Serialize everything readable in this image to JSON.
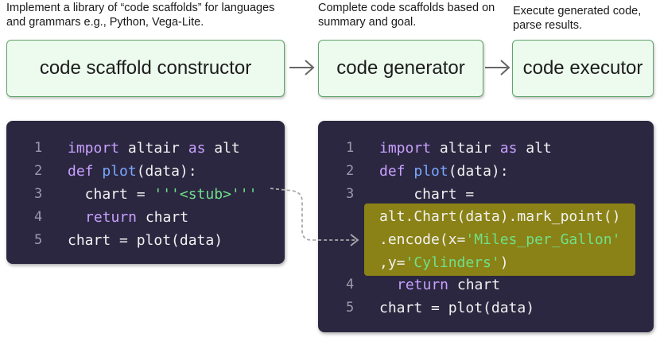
{
  "captions": {
    "constructor": "Implement a library of “code scaffolds” for languages and grammars e.g., Python, Vega-Lite.",
    "generator": "Complete code scaffolds based on  summary and  goal.",
    "executor": "Execute generated code, parse results."
  },
  "stages": {
    "constructor": "code scaffold constructor",
    "generator": "code generator",
    "executor": "code executor"
  },
  "scaffold_code": {
    "line_numbers": [
      "1",
      "2",
      "3",
      "4",
      "5"
    ],
    "l1_kw": "import",
    "l1_rest": " altair ",
    "l1_kw2": "as",
    "l1_rest2": " alt",
    "l2_kw": "def",
    "l2_fn": "plot",
    "l2_rest": "(data):",
    "l3_pre": "  chart = ",
    "l3_str": "'''<stub>'''",
    "l4_kw": "return",
    "l4_rest": " chart",
    "l5": "chart = plot(data)"
  },
  "generated_code": {
    "line_numbers": [
      "1",
      "2",
      "3",
      "4",
      "5"
    ],
    "l1_kw": "import",
    "l1_rest": " altair ",
    "l1_kw2": "as",
    "l1_rest2": " alt",
    "l2_kw": "def",
    "l2_fn": "plot",
    "l2_rest": "(data):",
    "l3": "    chart =",
    "h1": "alt.Chart(data).mark_point()",
    "h2_pre": ".encode(x=",
    "h2_str": "'Miles_per_Gallon'",
    "h3_pre": ",y=",
    "h3_str": "'Cylinders'",
    "h3_post": ")",
    "l4_kw": "return",
    "l4_rest": " chart",
    "l5": "chart = plot(data)"
  },
  "colors": {
    "stage_fill": "#edfbee",
    "stage_border": "#5fa46a",
    "code_bg": "#2b2740",
    "highlight": "#8a8216",
    "keyword": "#c8a0ff",
    "function": "#7aa7ff",
    "string": "#6fe08a"
  }
}
